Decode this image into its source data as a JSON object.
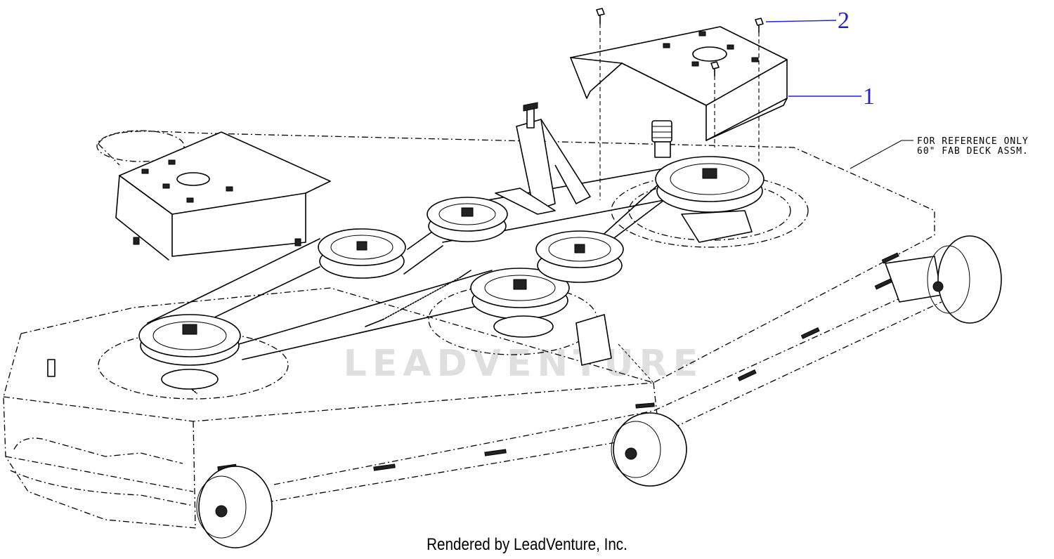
{
  "callouts": [
    {
      "number": "1",
      "color": "#1f1fd6"
    },
    {
      "number": "2",
      "color": "#1f1fd6"
    }
  ],
  "note": {
    "line1": "FOR REFERENCE ONLY",
    "line2": "60\" FAB DECK ASSM."
  },
  "watermark": "LEADVENTURE",
  "footer": "Rendered by LeadVenture, Inc.",
  "colors": {
    "linework": "#000000",
    "callout": "#1f1fd6",
    "watermark": "#d8d8d8"
  }
}
